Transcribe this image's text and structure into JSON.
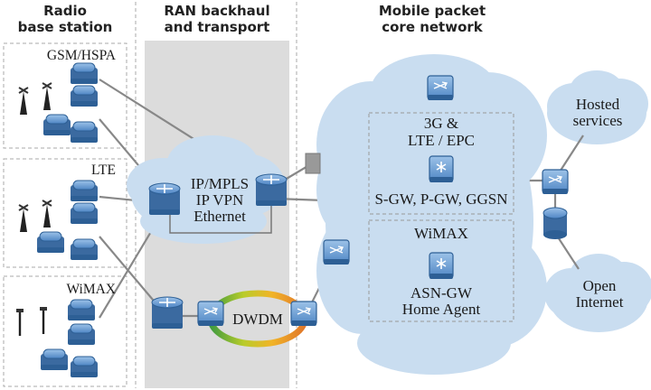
{
  "headers": {
    "radio_line1": "Radio",
    "radio_line2": "base station",
    "ran_line1": "RAN backhaul",
    "ran_line2": "and transport",
    "core_line1": "Mobile packet",
    "core_line2": "core network"
  },
  "access": {
    "gsm": "GSM/HSPA",
    "lte": "LTE",
    "wimax": "WiMAX"
  },
  "backhaul": {
    "ip_line1": "IP/MPLS",
    "ip_line2": "IP VPN",
    "ip_line3": "Ethernet",
    "dwdm": "DWDM"
  },
  "core": {
    "epc_line1": "3G &",
    "epc_line2": "LTE / EPC",
    "epc_line3": "S-GW, P-GW, GGSN",
    "wimax_line1": "WiMAX",
    "wimax_line2": "ASN-GW",
    "wimax_line3": "Home Agent"
  },
  "external": {
    "hosted_line1": "Hosted",
    "hosted_line2": "services",
    "internet_line1": "Open",
    "internet_line2": "Internet"
  },
  "colors": {
    "device_blue": "#6f9fd1",
    "device_dark": "#2d5f95",
    "cloud": "#c9ddf0",
    "backhaul_band": "#dcdcdc",
    "line": "#888888"
  }
}
